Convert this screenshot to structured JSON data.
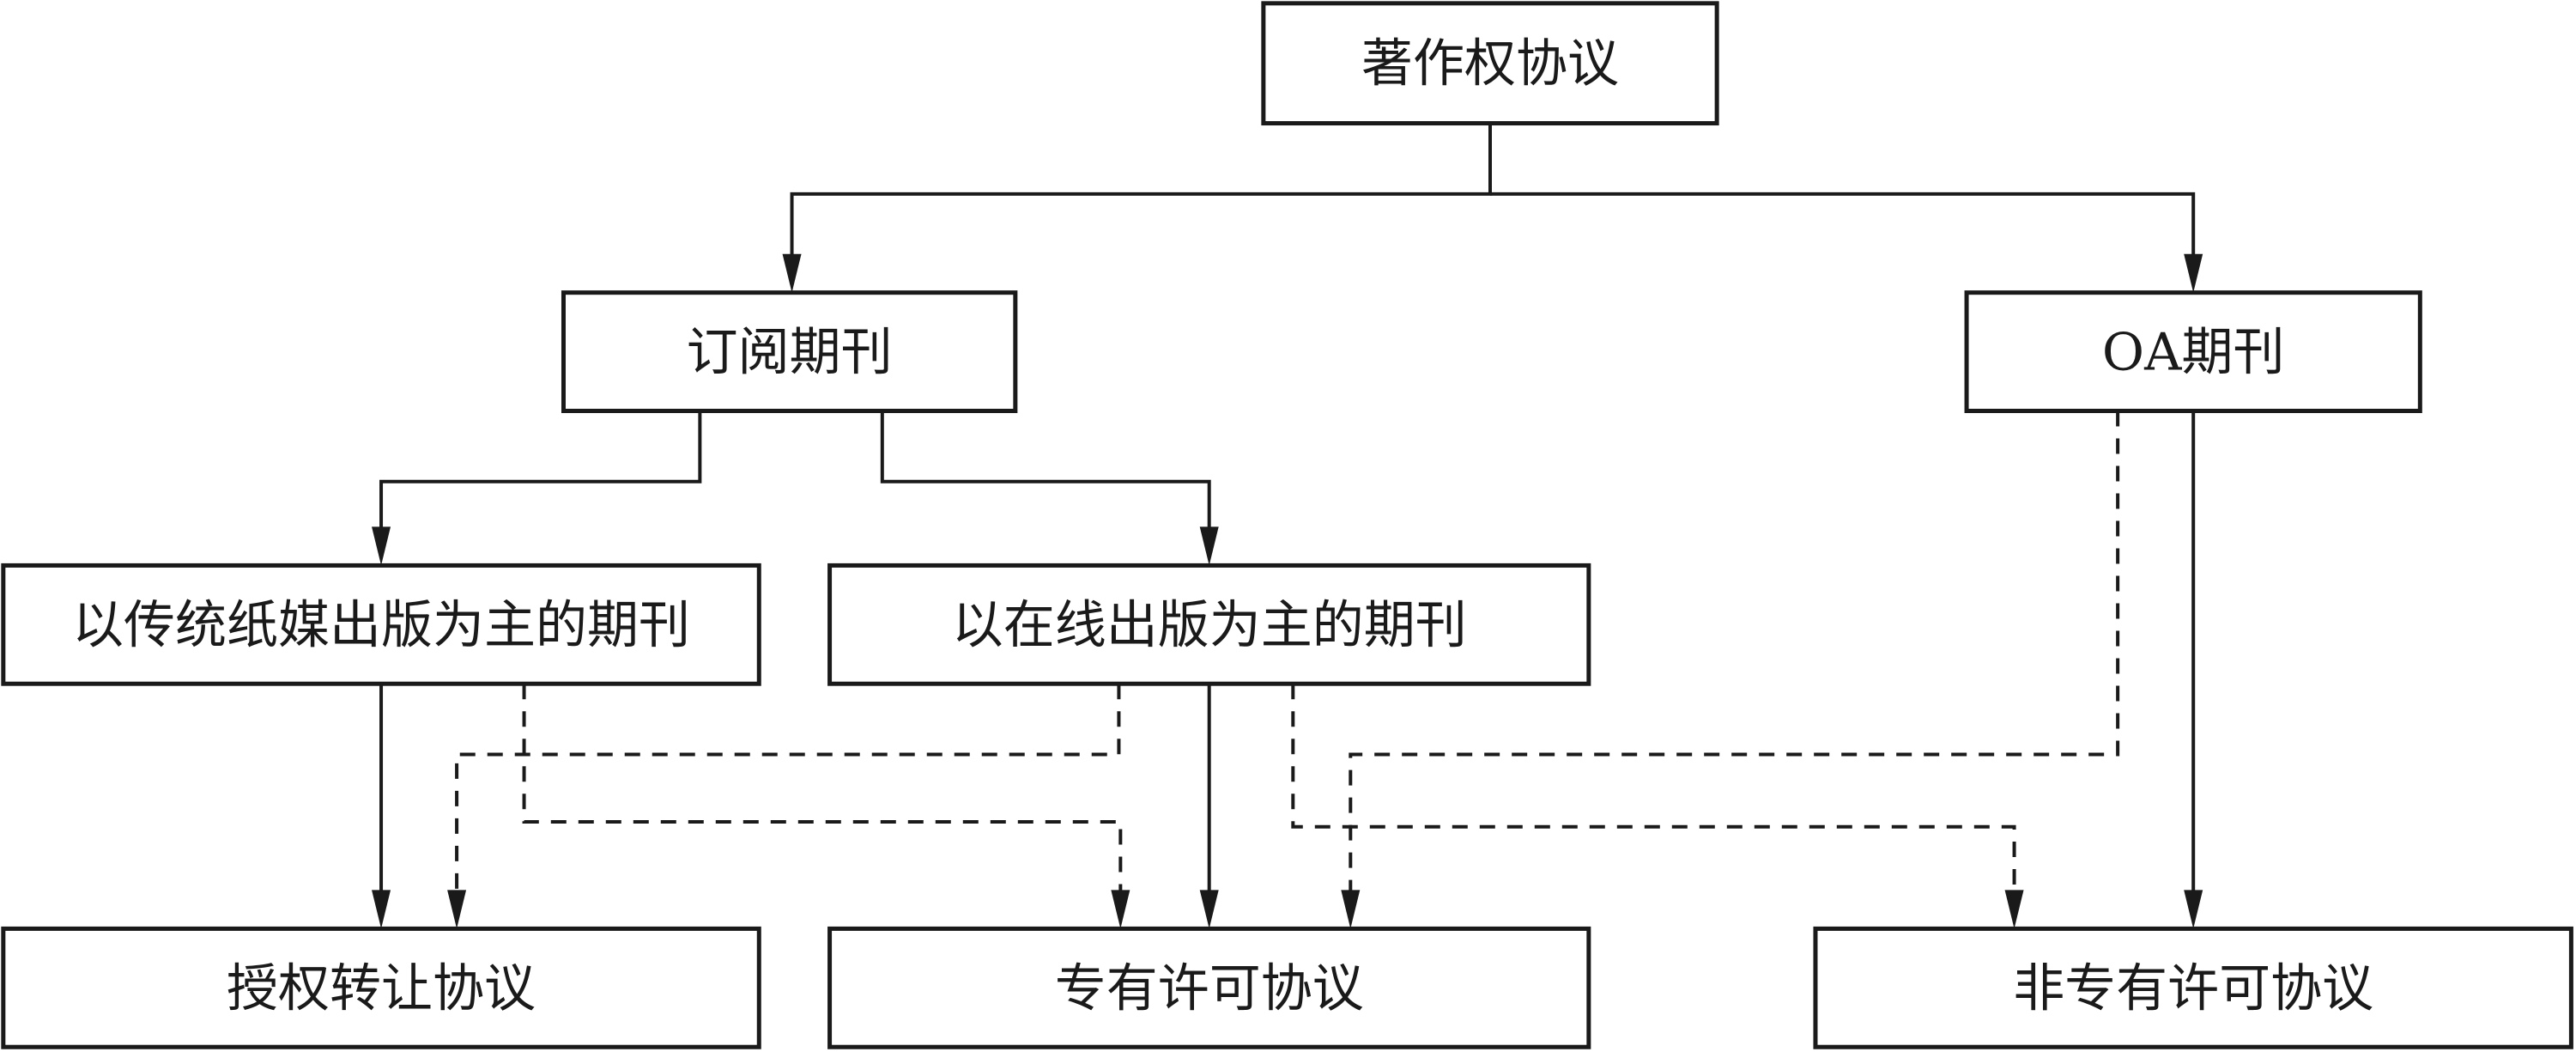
{
  "diagram": {
    "type": "hierarchy-flow",
    "nodes": [
      {
        "id": "root",
        "label": "著作权协议"
      },
      {
        "id": "subscription",
        "label": "订阅期刊"
      },
      {
        "id": "oa",
        "label": "OA期刊"
      },
      {
        "id": "print",
        "label": "以传统纸媒出版为主的期刊"
      },
      {
        "id": "online",
        "label": "以在线出版为主的期刊"
      },
      {
        "id": "transfer",
        "label": "授权转让协议"
      },
      {
        "id": "exclusive",
        "label": "专有许可协议"
      },
      {
        "id": "nonexclusive",
        "label": "非专有许可协议"
      }
    ],
    "edges": [
      {
        "from": "root",
        "to": "subscription",
        "style": "solid"
      },
      {
        "from": "root",
        "to": "oa",
        "style": "solid"
      },
      {
        "from": "subscription",
        "to": "print",
        "style": "solid"
      },
      {
        "from": "subscription",
        "to": "online",
        "style": "solid"
      },
      {
        "from": "print",
        "to": "transfer",
        "style": "solid"
      },
      {
        "from": "print",
        "to": "exclusive",
        "style": "dashed"
      },
      {
        "from": "online",
        "to": "transfer",
        "style": "dashed"
      },
      {
        "from": "online",
        "to": "exclusive",
        "style": "solid"
      },
      {
        "from": "online",
        "to": "nonexclusive",
        "style": "dashed"
      },
      {
        "from": "oa",
        "to": "exclusive",
        "style": "dashed"
      },
      {
        "from": "oa",
        "to": "nonexclusive",
        "style": "solid"
      }
    ],
    "colors": {
      "stroke": "#1a1a1a",
      "background": "#ffffff"
    }
  }
}
